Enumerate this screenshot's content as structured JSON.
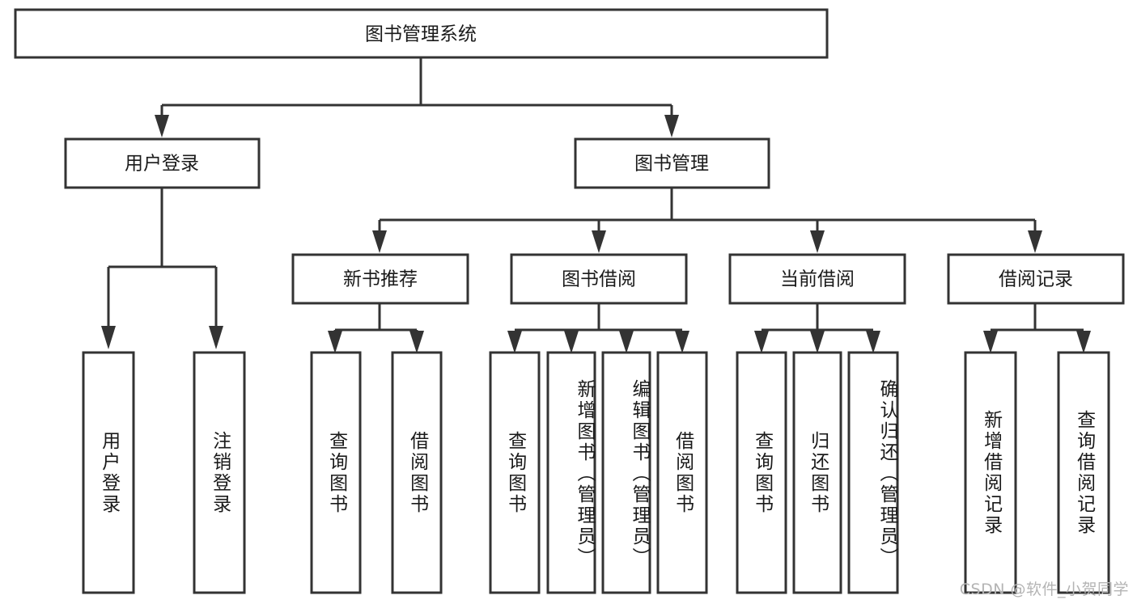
{
  "diagram": {
    "title": "图书管理系统",
    "type": "tree-hierarchy-diagram",
    "colors": {
      "box_stroke": "#333333",
      "box_fill": "#ffffff",
      "text": "#1a1a1a",
      "background": "#ffffff",
      "watermark": "#b4b4b4"
    },
    "root": {
      "label": "图书管理系统"
    },
    "level2": [
      {
        "label": "用户登录"
      },
      {
        "label": "图书管理"
      }
    ],
    "level3": [
      {
        "label": "新书推荐"
      },
      {
        "label": "图书借阅"
      },
      {
        "label": "当前借阅"
      },
      {
        "label": "借阅记录"
      }
    ],
    "leaves": {
      "user_login": [
        {
          "label": "用户登录"
        },
        {
          "label": "注销登录"
        }
      ],
      "new_book_recommend": [
        {
          "label": "查询图书"
        },
        {
          "label": "借阅图书"
        }
      ],
      "book_borrow": [
        {
          "label": "查询图书"
        },
        {
          "label": "新增图书（管理员）"
        },
        {
          "label": "编辑图书（管理员）"
        },
        {
          "label": "借阅图书"
        }
      ],
      "current_borrow": [
        {
          "label": "查询图书"
        },
        {
          "label": "归还图书"
        },
        {
          "label": "确认归还（管理员）"
        }
      ],
      "borrow_record": [
        {
          "label": "新增借阅记录"
        },
        {
          "label": "查询借阅记录"
        }
      ]
    }
  },
  "watermark": {
    "text": "CSDN @软件_小贺同学"
  }
}
